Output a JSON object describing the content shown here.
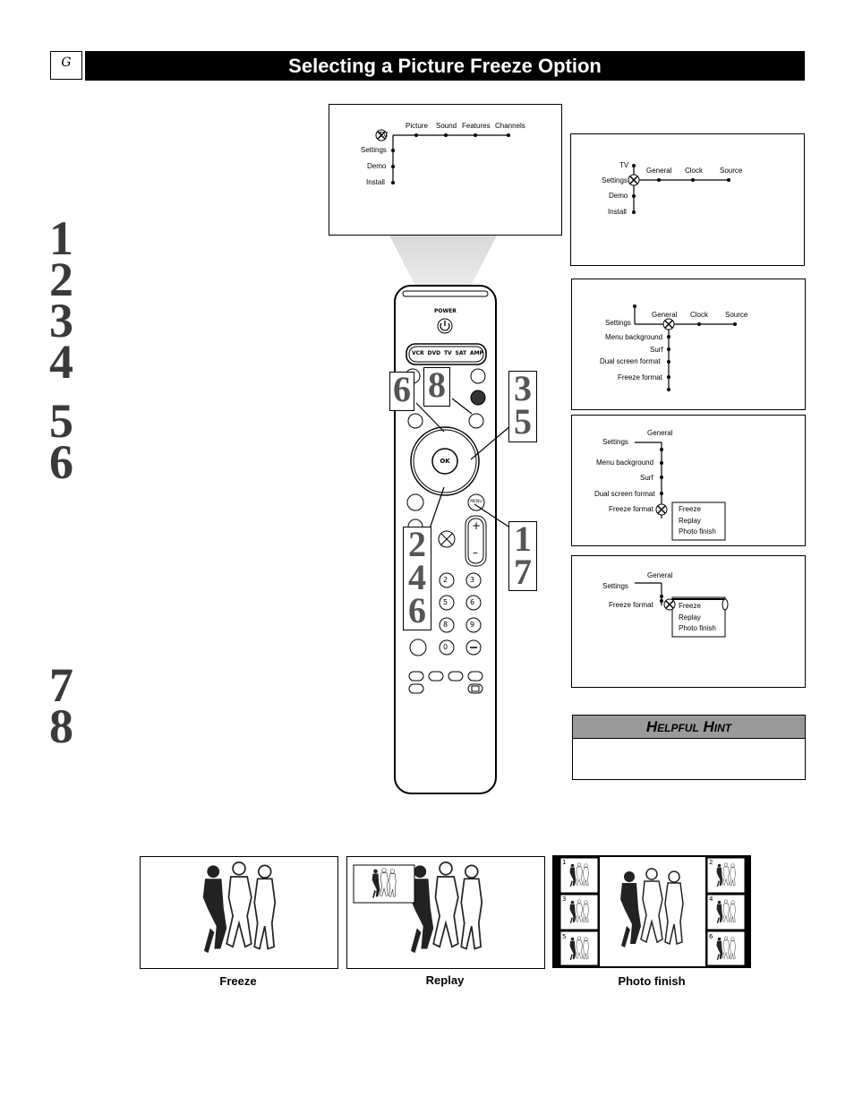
{
  "header": {
    "tab_letter": "G",
    "title": "Selecting a Picture Freeze Option"
  },
  "steps_left": [
    "1",
    "2",
    "3",
    "4",
    "5",
    "6",
    "7",
    "8"
  ],
  "menu1": {
    "items_v": [
      "TV",
      "Settings",
      "Demo",
      "Install"
    ],
    "items_h": [
      "Picture",
      "Sound",
      "Features",
      "Channels"
    ]
  },
  "menu2": {
    "items_v": [
      "TV",
      "Settings",
      "Demo",
      "Install"
    ],
    "items_h": [
      "General",
      "Clock",
      "Source"
    ]
  },
  "menu3": {
    "root": "Settings",
    "items_h": [
      "General",
      "Clock",
      "Source"
    ],
    "items_v": [
      "Menu  background",
      "Surf",
      "Dual  screen  format",
      "Freeze  format"
    ]
  },
  "menu4": {
    "root": "Settings",
    "head": "General",
    "items_v": [
      "Menu  background",
      "Surf",
      "Dual  screen  format",
      "Freeze  format"
    ],
    "options": [
      "Freeze",
      "Replay",
      "Photo  finish"
    ]
  },
  "menu5": {
    "root": "Settings",
    "head": "General",
    "item": "Freeze  format",
    "options": [
      "Freeze",
      "Replay",
      "Photo  finish"
    ]
  },
  "remote": {
    "power_label": "POWER",
    "source_keys": [
      "VCR",
      "DVD",
      "TV",
      "SAT",
      "AMP"
    ],
    "ok_label": "OK",
    "menu_label": "MENU",
    "digits": [
      "2",
      "3",
      "5",
      "6",
      "8",
      "9",
      "0"
    ]
  },
  "callouts": {
    "c68": [
      "6",
      "8"
    ],
    "c35": [
      "3",
      "5"
    ],
    "c17": [
      "1",
      "7"
    ],
    "c246": [
      "2",
      "4",
      "6"
    ]
  },
  "hint": {
    "title": "Helpful Hint"
  },
  "photos": {
    "captions": [
      "Freeze",
      "Replay",
      "Photo finish"
    ],
    "pf_numbers": [
      "1",
      "2",
      "3",
      "4",
      "5",
      "6"
    ]
  }
}
